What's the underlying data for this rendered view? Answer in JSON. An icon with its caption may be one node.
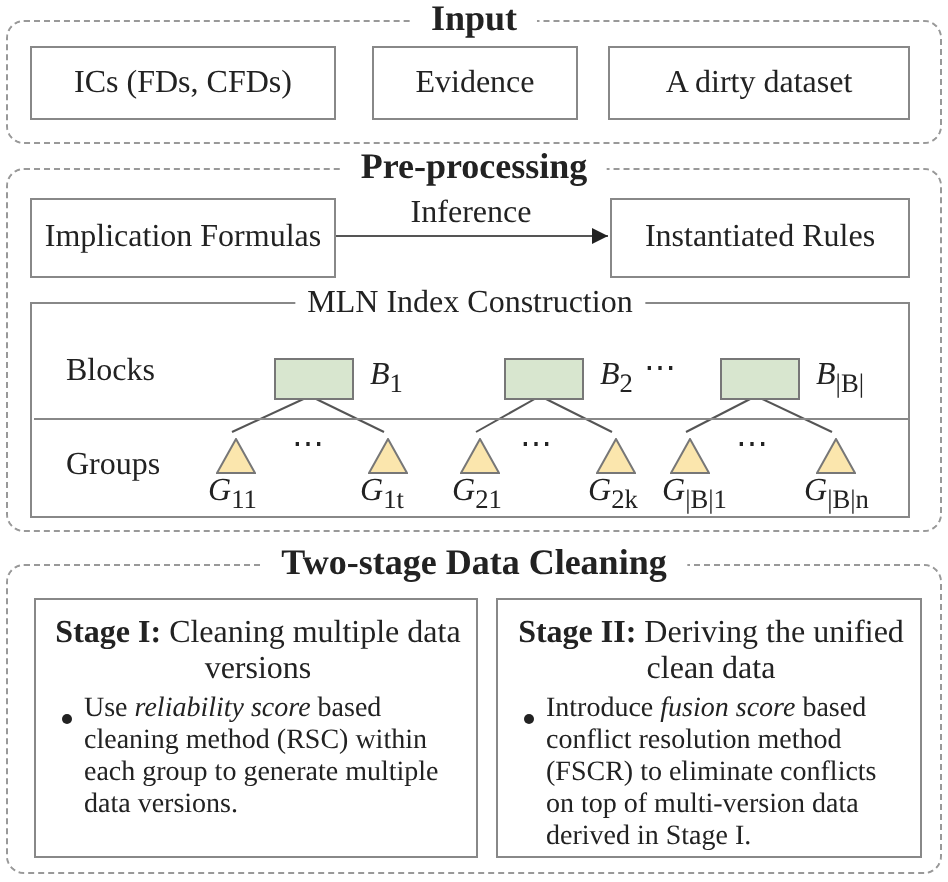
{
  "diagram": {
    "nodes": [
      {
        "text": [
          "Input"
        ]
      },
      {
        "text": [
          "ICs (FDs, CFDs)"
        ],
        "in": 0
      },
      {
        "text": [
          "Evidence"
        ],
        "in": 0
      },
      {
        "text": [
          "A dirty dataset"
        ],
        "in": 0
      },
      {
        "text": [
          "Pre-processing"
        ]
      },
      {
        "text": [
          "Implication Formulas"
        ],
        "in": 4
      },
      {
        "text": [
          "Instantiated Rules"
        ],
        "in": 4
      },
      {
        "text": [
          "MLN Index Construction"
        ],
        "in": 4
      },
      {
        "text": [
          "Blocks"
        ],
        "in": 7
      },
      {
        "text": [
          "Groups"
        ],
        "in": 7
      },
      {
        "text": [],
        "shape": "box",
        "in": 8,
        "beside": [
          "*B*$_{1}$"
        ]
      },
      {
        "text": [],
        "shape": "box",
        "in": 8,
        "beside": [
          "*B*$_{2}$"
        ]
      },
      {
        "text": [],
        "shape": "box",
        "in": 8,
        "beside": [
          "*B*$_{|B|}$"
        ]
      },
      {
        "text": [],
        "shape": "triangle",
        "in": 9,
        "beside": [
          "*G*$_{11}$"
        ]
      },
      {
        "text": [],
        "shape": "triangle",
        "in": 9,
        "beside": [
          "*G*$_{1t}$"
        ]
      },
      {
        "text": [],
        "shape": "triangle",
        "in": 9,
        "beside": [
          "*G*$_{21}$"
        ]
      },
      {
        "text": [],
        "shape": "triangle",
        "in": 9,
        "beside": [
          "*G*$_{2k}$"
        ]
      },
      {
        "text": [],
        "shape": "triangle",
        "in": 9,
        "beside": [
          "*G*$_{|B|1}$"
        ]
      },
      {
        "text": [],
        "shape": "triangle",
        "in": 9,
        "beside": [
          "*G*$_{|B|n}$"
        ]
      },
      {
        "text": [
          "Two-stage Data Cleaning"
        ]
      },
      {
        "text": [
          "**Stage I:** Cleaning multiple data versions",
          "Use *reliability score* based cleaning method (RSC) within each group to generate multiple data versions."
        ],
        "in": 19
      },
      {
        "text": [
          "**Stage II:** Deriving the unified clean data",
          "Introduce *fusion score* based conflict resolution method (FSCR) to eliminate conflicts on top of multi-version data derived in Stage I."
        ],
        "in": 19
      }
    ],
    "edges": [
      {
        "from": 5,
        "to": 6,
        "arrow": "to",
        "label": "Inference"
      },
      {
        "from": 10,
        "to": 13,
        "arrow": "none"
      },
      {
        "from": 10,
        "to": 14,
        "arrow": "none"
      },
      {
        "from": 11,
        "to": 15,
        "arrow": "none"
      },
      {
        "from": 11,
        "to": 16,
        "arrow": "none"
      },
      {
        "from": 12,
        "to": 17,
        "arrow": "none"
      },
      {
        "from": 12,
        "to": 18,
        "arrow": "none"
      }
    ],
    "labels": [
      "⋯",
      "⋯",
      "⋯",
      "⋯"
    ]
  }
}
